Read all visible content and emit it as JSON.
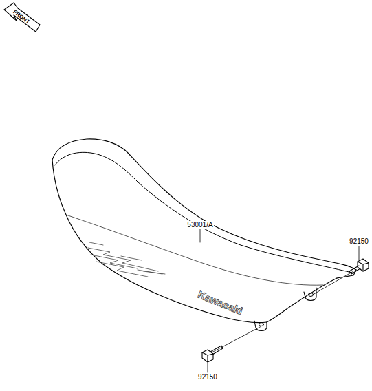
{
  "diagram": {
    "labels": [
      "FRONT",
      "53001/A",
      "92150",
      "92150",
      "Kawasaki"
    ]
  }
}
